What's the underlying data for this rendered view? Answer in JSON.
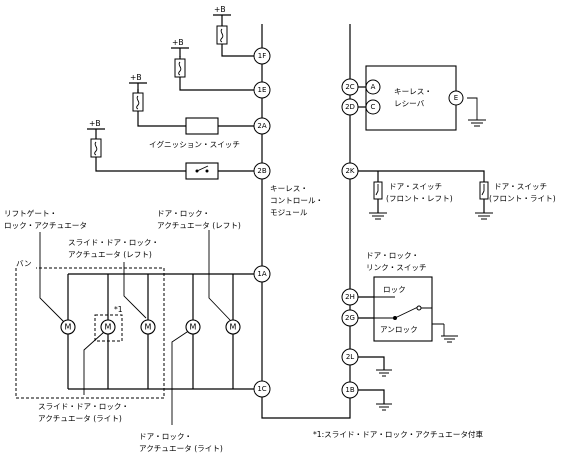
{
  "supply": {
    "plus_b": "+B"
  },
  "terminals": {
    "t1F": "1F",
    "t1E": "1E",
    "t2A": "2A",
    "t2B": "2B",
    "t1A": "1A",
    "t1C": "1C",
    "t2C": "2C",
    "t2D": "2D",
    "t2K": "2K",
    "t2H": "2H",
    "t2G": "2G",
    "t2L": "2L",
    "t1B": "1B"
  },
  "receiver": {
    "label_line1": "キーレス・",
    "label_line2": "レシーバ",
    "pin_a": "A",
    "pin_c": "C",
    "pin_e": "E"
  },
  "controller": {
    "line1": "キーレス・",
    "line2": "コントロール・",
    "line3": "モジュール"
  },
  "ignition": {
    "label": "イグニッション・スイッチ"
  },
  "door_switch_front_left": {
    "line1": "ドア・スイッチ",
    "line2": "(フロント・レフト)"
  },
  "door_switch_front_right": {
    "line1": "ドア・スイッチ",
    "line2": "(フロント・ライト)"
  },
  "link_switch": {
    "line1": "ドア・ロック・",
    "line2": "リンク・スイッチ",
    "lock": "ロック",
    "unlock": "アンロック"
  },
  "actuators": {
    "liftgate_line1": "リフトゲート・",
    "liftgate_line2": "ロック・アクチュエータ",
    "slide_left_line1": "スライド・ドア・ロック・",
    "slide_left_line2": "アクチュエータ (レフト)",
    "door_left_line1": "ドア・ロック・",
    "door_left_line2": "アクチュエータ (レフト)",
    "slide_right_line1": "スライド・ドア・ロック・",
    "slide_right_line2": "アクチュエータ (ライト)",
    "door_right_line1": "ドア・ロック・",
    "door_right_line2": "アクチュエータ (ライト)",
    "motor_symbol": "M"
  },
  "van_label": "バン",
  "footnote_mark": "*1",
  "footnote": "*1:スライド・ドア・ロック・アクチュエータ付車"
}
